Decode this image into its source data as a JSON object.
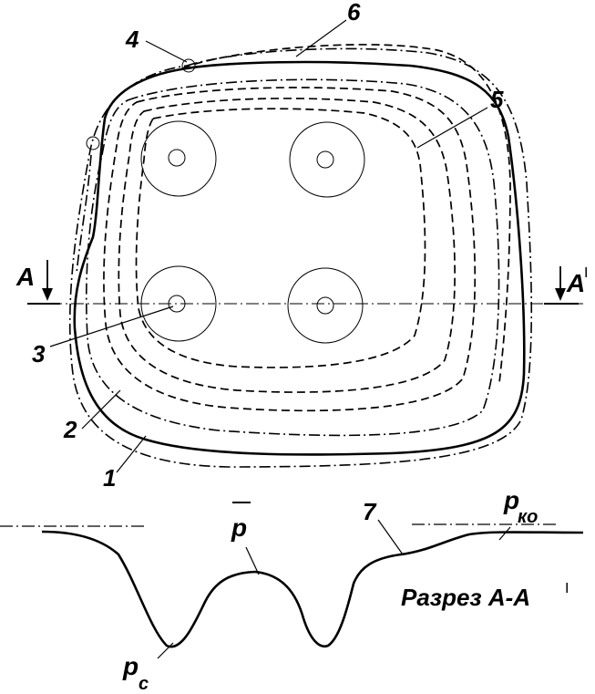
{
  "labels": {
    "l1": "1",
    "l2": "2",
    "l3": "3",
    "l4": "4",
    "l5": "5",
    "l6": "6",
    "l7": "7",
    "section_left": "A",
    "section_right": "A",
    "section_right_prime": "I"
  },
  "pressure": {
    "avg": "p",
    "well": "p",
    "well_sub": "c",
    "contour": "p",
    "contour_sub": "ко"
  },
  "caption": "Разрез А-А",
  "caption_prime": "I",
  "colors": {
    "line": "#000000",
    "background": "#ffffff"
  }
}
